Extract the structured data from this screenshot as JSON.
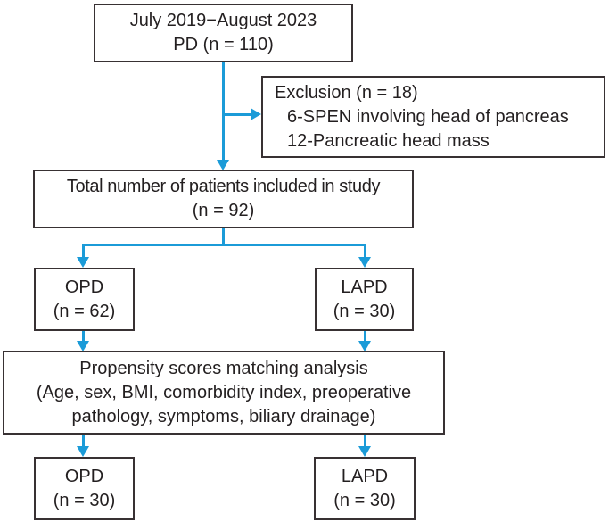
{
  "colors": {
    "arrow": "#1b9bd8",
    "box_border": "#383133",
    "text": "#231f20",
    "background": "#ffffff"
  },
  "boxes": {
    "enrollment": {
      "line1": "July 2019−August 2023",
      "line2": "PD (n = 110)"
    },
    "exclusion": {
      "line1": "Exclusion (n = 18)",
      "line2": "6-SPEN involving head of pancreas",
      "line3": "12-Pancreatic head mass"
    },
    "total": {
      "line1": "Total number of patients included in study",
      "line2": "(n = 92)"
    },
    "opd_initial": {
      "line1": "OPD",
      "line2": "(n = 62)"
    },
    "lapd_initial": {
      "line1": "LAPD",
      "line2": "(n = 30)"
    },
    "psm": {
      "line1": "Propensity scores matching analysis",
      "line2": "(Age, sex, BMI, comorbidity index, preoperative",
      "line3": "pathology, symptoms, biliary drainage)"
    },
    "opd_matched": {
      "line1": "OPD",
      "line2": "(n = 30)"
    },
    "lapd_matched": {
      "line1": "LAPD",
      "line2": "(n = 30)"
    }
  }
}
